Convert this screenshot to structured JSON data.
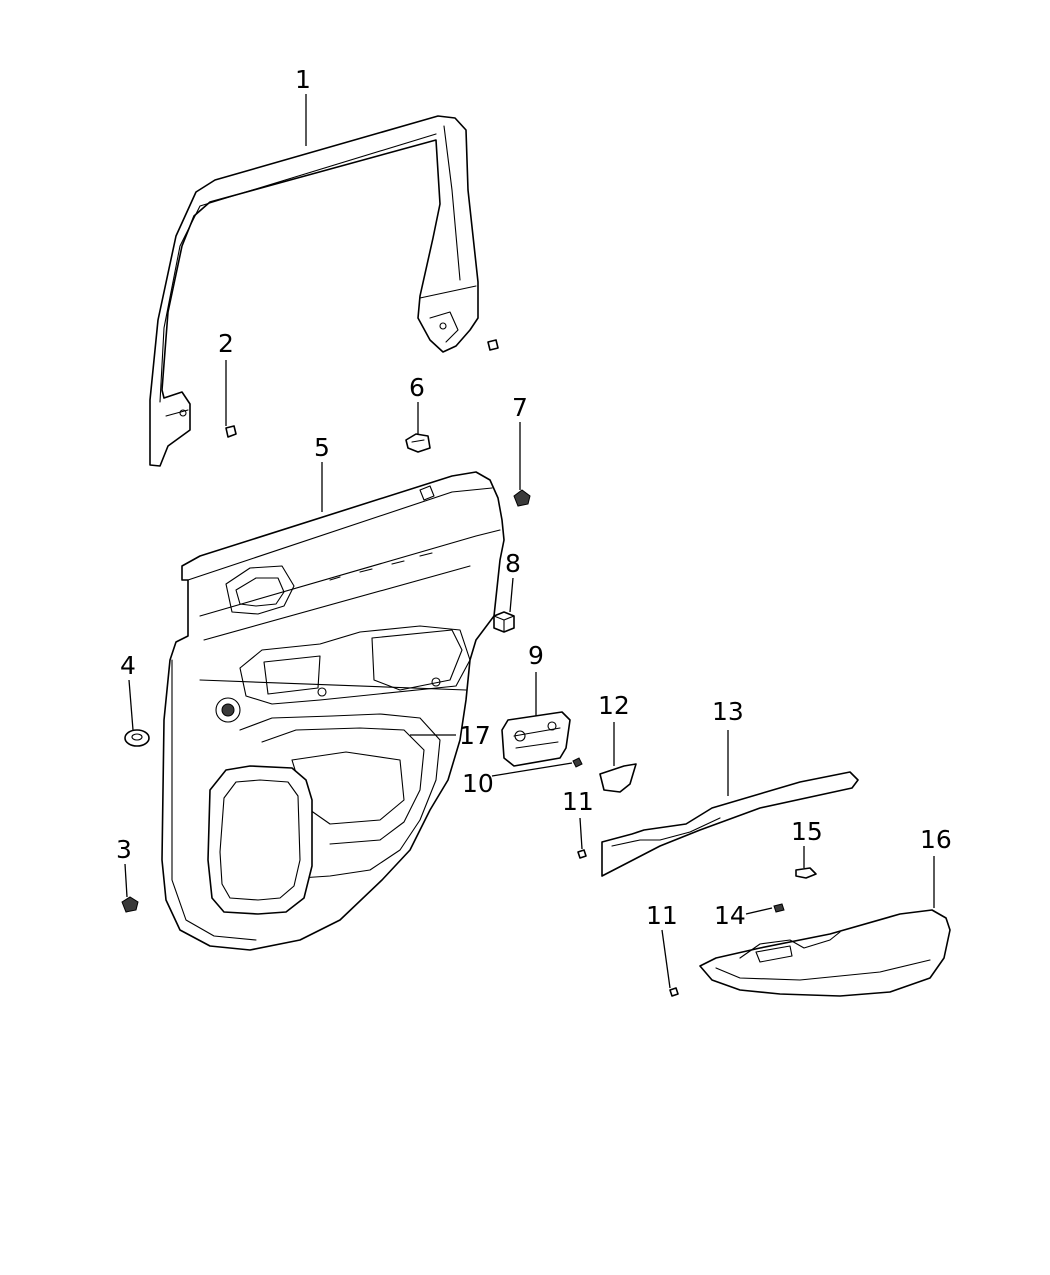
{
  "diagram": {
    "callouts": [
      {
        "id": "c1",
        "label": "1"
      },
      {
        "id": "c2",
        "label": "2"
      },
      {
        "id": "c3",
        "label": "3"
      },
      {
        "id": "c4",
        "label": "4"
      },
      {
        "id": "c5",
        "label": "5"
      },
      {
        "id": "c6",
        "label": "6"
      },
      {
        "id": "c7",
        "label": "7"
      },
      {
        "id": "c8",
        "label": "8"
      },
      {
        "id": "c9",
        "label": "9"
      },
      {
        "id": "c10",
        "label": "10"
      },
      {
        "id": "c11a",
        "label": "11"
      },
      {
        "id": "c11b",
        "label": "11"
      },
      {
        "id": "c12",
        "label": "12"
      },
      {
        "id": "c13",
        "label": "13"
      },
      {
        "id": "c14",
        "label": "14"
      },
      {
        "id": "c15",
        "label": "15"
      },
      {
        "id": "c16",
        "label": "16"
      },
      {
        "id": "c17",
        "label": "17"
      }
    ]
  }
}
